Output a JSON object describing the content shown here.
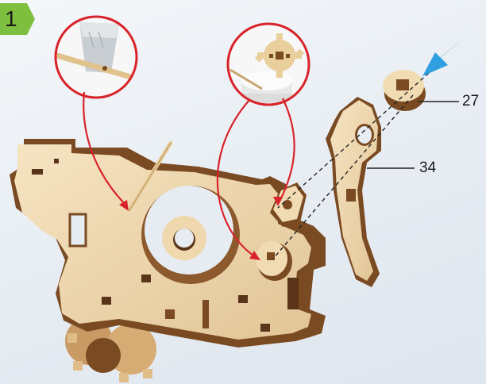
{
  "step": {
    "number": "1"
  },
  "part_labels": [
    {
      "id": "27"
    },
    {
      "id": "34"
    }
  ],
  "icons": {
    "detail_left": "knife-trim-peg-icon",
    "detail_right": "gear-wax-icon",
    "direction_arrow": "insert-direction-arrow-icon"
  },
  "colors": {
    "badge": "#7fbf3f",
    "callout_circle": "#d8232a",
    "direction_arrow": "#3aa6e0",
    "wood_light": "#eed7ad",
    "wood_edge": "#7a4a22"
  }
}
